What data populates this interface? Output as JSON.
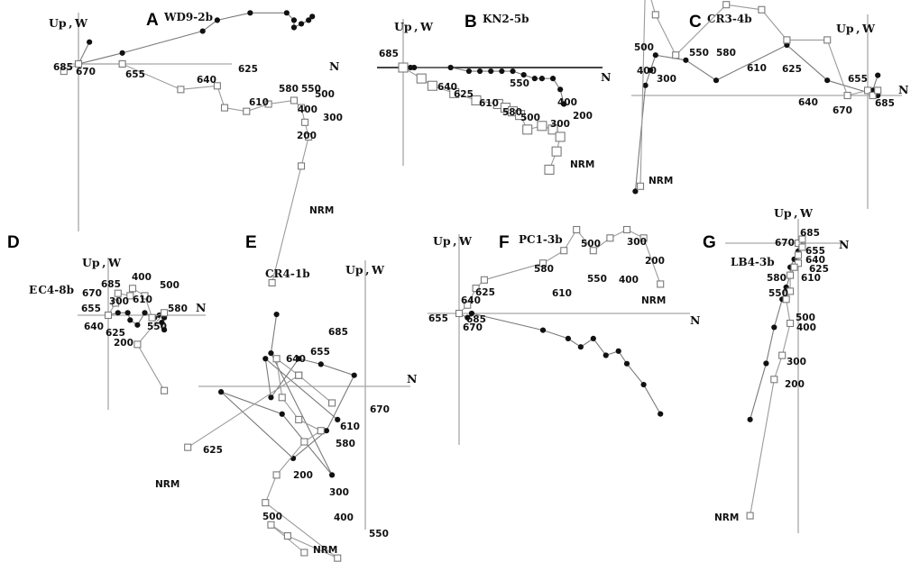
{
  "panels": [
    {
      "id": "A",
      "letter": "A",
      "sample": "WD9-2b",
      "up_label": "Up , W",
      "n_label": "N",
      "horizontal": [
        [
          1.5,
          3
        ],
        [
          0,
          0
        ],
        [
          6,
          1.5
        ],
        [
          17,
          4.5
        ],
        [
          19,
          6
        ],
        [
          23.5,
          7
        ],
        [
          28.5,
          7
        ],
        [
          29.5,
          6
        ],
        [
          29.5,
          5
        ],
        [
          30.5,
          5.5
        ],
        [
          31.5,
          6
        ],
        [
          32,
          6.5
        ]
      ],
      "vertical": [
        [
          -2,
          -1
        ],
        [
          0,
          0
        ],
        [
          6,
          0
        ],
        [
          14,
          -3.5
        ],
        [
          19,
          -3
        ],
        [
          20,
          -6
        ],
        [
          23,
          -6.5
        ],
        [
          26,
          -5.5
        ],
        [
          29.5,
          -5
        ],
        [
          30.5,
          -6
        ],
        [
          31,
          -8
        ],
        [
          31.5,
          -10
        ],
        [
          30.5,
          -14
        ],
        [
          26.5,
          -30
        ]
      ],
      "steps_h": [],
      "steps_v": [
        "685",
        "670",
        "655",
        "640",
        "625",
        "610",
        "580",
        "550",
        "500",
        "400",
        "300",
        "200",
        "NRM"
      ]
    },
    {
      "id": "B",
      "letter": "B",
      "sample": "KN2-5b",
      "up_label": "Up , W",
      "n_label": "N",
      "horizontal": [
        [
          0,
          0
        ],
        [
          1,
          0
        ],
        [
          1.5,
          0
        ],
        [
          6.5,
          0
        ],
        [
          9,
          -0.5
        ],
        [
          10.5,
          -0.5
        ],
        [
          12,
          -0.5
        ],
        [
          13.5,
          -0.5
        ],
        [
          15,
          -0.5
        ],
        [
          16.5,
          -1
        ],
        [
          18,
          -1.5
        ],
        [
          19,
          -1.5
        ],
        [
          20.5,
          -1.5
        ],
        [
          21.5,
          -3
        ],
        [
          22,
          -5
        ]
      ],
      "vertical": [
        [
          0,
          0
        ],
        [
          2.5,
          -1.5
        ],
        [
          4,
          -2.5
        ],
        [
          7,
          -3.5
        ],
        [
          10,
          -4.5
        ],
        [
          13,
          -5
        ],
        [
          14,
          -5.5
        ],
        [
          15,
          -6
        ],
        [
          16,
          -6.5
        ],
        [
          17,
          -8.5
        ],
        [
          19,
          -8
        ],
        [
          20.5,
          -8.5
        ],
        [
          21.5,
          -9.5
        ],
        [
          21,
          -11.5
        ],
        [
          20,
          -14
        ]
      ],
      "steps_h": [],
      "steps_v": [
        "685",
        "640",
        "625",
        "610",
        "580",
        "550",
        "500",
        "400",
        "300",
        "200",
        "NRM"
      ]
    },
    {
      "id": "C",
      "letter": "C",
      "sample": "CR3-4b",
      "up_label": "Up , W",
      "n_label": "N",
      "horizontal": [
        [
          -23,
          -9.5
        ],
        [
          -22,
          1
        ],
        [
          -21.5,
          2.5
        ],
        [
          -21,
          4
        ],
        [
          -18,
          3.5
        ],
        [
          -15,
          1.5
        ],
        [
          -8,
          5
        ],
        [
          -4,
          1.5
        ],
        [
          1,
          0
        ],
        [
          0.5,
          0.5
        ],
        [
          1,
          2
        ]
      ],
      "vertical": [
        [
          -22.5,
          -9
        ],
        [
          -22,
          11.5
        ],
        [
          -21,
          8
        ],
        [
          -19,
          4
        ],
        [
          -14,
          9
        ],
        [
          -10.5,
          8.5
        ],
        [
          -8,
          5.5
        ],
        [
          -4,
          5.5
        ],
        [
          -2,
          0
        ],
        [
          0,
          0.5
        ],
        [
          0.5,
          0
        ],
        [
          1,
          0.5
        ]
      ],
      "steps_h": [],
      "steps_v": [
        "NRM",
        "500",
        "400",
        "300",
        "550",
        "580",
        "610",
        "625",
        "640",
        "655",
        "670",
        "685"
      ]
    },
    {
      "id": "D",
      "letter": "D",
      "sample": "E C4-8b",
      "up_label": "Up , W",
      "n_label": "N",
      "horizontal": [
        [
          0,
          0
        ],
        [
          2,
          0.5
        ],
        [
          4,
          0.5
        ],
        [
          4.5,
          -1
        ],
        [
          6,
          -2
        ],
        [
          7.5,
          0.5
        ],
        [
          9.5,
          -0.5
        ],
        [
          10.5,
          0
        ],
        [
          11.5,
          -0.5
        ],
        [
          11,
          -1.5
        ],
        [
          11.5,
          -3
        ]
      ],
      "vertical": [
        [
          0,
          0
        ],
        [
          1.5,
          2.5
        ],
        [
          2,
          4.5
        ],
        [
          4.5,
          4
        ],
        [
          5,
          5.5
        ],
        [
          7.5,
          4
        ],
        [
          9,
          -0.5
        ],
        [
          11.5,
          0.5
        ],
        [
          6,
          -6
        ],
        [
          11.5,
          -15.5
        ]
      ],
      "steps_h": [],
      "steps_v": [
        "670",
        "685",
        "655",
        "300",
        "400",
        "640",
        "610",
        "625",
        "200",
        "500",
        "580",
        "550",
        "NRM"
      ]
    },
    {
      "id": "E",
      "letter": "E",
      "sample": "CR4-1b",
      "up_label": "Up , W",
      "n_label": "N",
      "horizontal": [
        [
          -8,
          6.5
        ],
        [
          -8.5,
          3
        ],
        [
          -3,
          -8
        ],
        [
          -7.5,
          -2.5
        ],
        [
          -13,
          -0.5
        ],
        [
          -6.5,
          -6.5
        ],
        [
          -3.5,
          -4
        ],
        [
          -1,
          1
        ],
        [
          -4,
          2
        ],
        [
          -6,
          2.5
        ],
        [
          -8.5,
          -1
        ],
        [
          -9,
          2.5
        ],
        [
          -2.5,
          -3
        ]
      ],
      "vertical": [
        [
          -5.5,
          -15
        ],
        [
          -8.5,
          -12.5
        ],
        [
          -7,
          -13.5
        ],
        [
          -2.5,
          -15.5
        ],
        [
          -9,
          -10.5
        ],
        [
          -8,
          -8
        ],
        [
          -5.5,
          -5
        ],
        [
          -4,
          -4
        ],
        [
          -6,
          -3
        ],
        [
          -7.5,
          -1
        ],
        [
          -8,
          2.5
        ],
        [
          -6,
          1
        ],
        [
          -3,
          -1.5
        ],
        [
          -6,
          1
        ],
        [
          -16,
          -5.5
        ]
      ],
      "steps_h": [],
      "steps_v": [
        "NRM",
        "400",
        "500",
        "550",
        "300",
        "200",
        "580",
        "610",
        "625",
        "640",
        "655",
        "685",
        "670"
      ]
    },
    {
      "id": "F",
      "letter": "F",
      "sample": "PC1-3b",
      "up_label": "Up , W",
      "n_label": "N",
      "horizontal": [
        [
          0,
          0
        ],
        [
          1,
          -0.5
        ],
        [
          1.5,
          0
        ],
        [
          10,
          -2
        ],
        [
          13,
          -3
        ],
        [
          14.5,
          -4
        ],
        [
          16,
          -3
        ],
        [
          17.5,
          -5
        ],
        [
          19,
          -4.5
        ],
        [
          20,
          -6
        ],
        [
          22,
          -8.5
        ],
        [
          24,
          -12
        ]
      ],
      "vertical": [
        [
          0,
          0
        ],
        [
          1,
          1
        ],
        [
          2,
          3
        ],
        [
          3,
          4
        ],
        [
          10,
          6
        ],
        [
          12.5,
          7.5
        ],
        [
          14,
          10
        ],
        [
          16,
          7.5
        ],
        [
          18,
          9
        ],
        [
          20,
          10
        ],
        [
          22,
          9
        ],
        [
          24,
          3.5
        ]
      ],
      "steps_h": [],
      "steps_v": [
        "655",
        "685",
        "670",
        "640",
        "625",
        "580",
        "610",
        "550",
        "500",
        "400",
        "300",
        "200",
        "NRM"
      ]
    },
    {
      "id": "G",
      "letter": "G",
      "sample": "LB4-3b",
      "up_label": "Up , W",
      "n_label": "N",
      "horizontal": [
        [
          0,
          0
        ],
        [
          0.5,
          0.5
        ],
        [
          0.5,
          -0.5
        ],
        [
          0,
          -1
        ],
        [
          -0.5,
          -2
        ],
        [
          -1,
          -3
        ],
        [
          -1,
          -4
        ],
        [
          -1.5,
          -5.5
        ],
        [
          -2,
          -7
        ],
        [
          -3,
          -10.5
        ],
        [
          -4,
          -15
        ],
        [
          -6,
          -22
        ]
      ],
      "vertical": [
        [
          0,
          0
        ],
        [
          0.5,
          0.5
        ],
        [
          0.5,
          -0.5
        ],
        [
          0,
          -1.5
        ],
        [
          0,
          -2.5
        ],
        [
          -0.5,
          -3
        ],
        [
          -1,
          -4
        ],
        [
          -1,
          -6
        ],
        [
          -1.5,
          -7
        ],
        [
          -1,
          -10
        ],
        [
          -2,
          -14
        ],
        [
          -3,
          -17
        ],
        [
          -6,
          -34
        ]
      ],
      "steps_h": [],
      "steps_v": [
        "685",
        "670",
        "655",
        "640",
        "625",
        "610",
        "580",
        "550",
        "500",
        "400",
        "300",
        "200",
        "NRM"
      ]
    }
  ]
}
